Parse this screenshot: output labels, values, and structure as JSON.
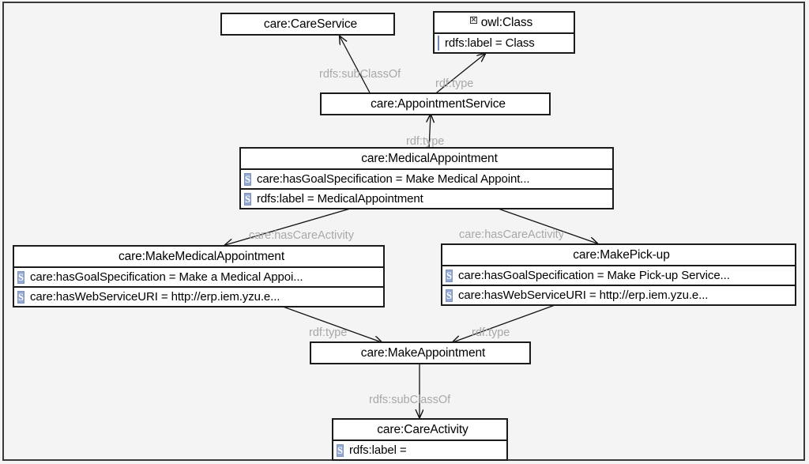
{
  "diagram": {
    "title": "care ontology graph",
    "background_color": "#f4f4f4",
    "frame_color": "#3a3a3a",
    "edge_label_color": "#a8a8a8",
    "node_border_color": "#1b1b1b",
    "icons": {
      "class_circle": "yellow-circle-icon",
      "class_circle_broken": "broken-image-circle-icon",
      "individual_diamond": "purple-diamond-icon",
      "string_property": "s-property-icon",
      "plain_property": "blue-square-icon"
    }
  },
  "nodes": [
    {
      "id": "careservice",
      "icon": "yellow-circle-icon",
      "title": "care:CareService",
      "attributes": []
    },
    {
      "id": "owlclass",
      "icon": "broken-image-circle-icon",
      "title": "owl:Class",
      "attributes": [
        {
          "icon": "blue-square-icon",
          "text": "rdfs:label = Class"
        }
      ]
    },
    {
      "id": "appointmentservice",
      "icon": "yellow-circle-icon",
      "title": "care:AppointmentService",
      "attributes": []
    },
    {
      "id": "medicalappointment",
      "icon": "purple-diamond-icon",
      "title": "care:MedicalAppointment",
      "attributes": [
        {
          "icon": "s-property-icon",
          "text": "care:hasGoalSpecification = Make Medical Appoint..."
        },
        {
          "icon": "s-property-icon",
          "text": "rdfs:label = MedicalAppointment"
        }
      ]
    },
    {
      "id": "makemedicalappointment",
      "icon": "purple-diamond-icon",
      "title": "care:MakeMedicalAppointment",
      "attributes": [
        {
          "icon": "s-property-icon",
          "text": "care:hasGoalSpecification = Make a Medical Appoi..."
        },
        {
          "icon": "s-property-icon",
          "text": "care:hasWebServiceURI = http://erp.iem.yzu.e..."
        }
      ]
    },
    {
      "id": "makepickup",
      "icon": "purple-diamond-icon",
      "title": "care:MakePick-up",
      "attributes": [
        {
          "icon": "s-property-icon",
          "text": "care:hasGoalSpecification = Make Pick-up Service..."
        },
        {
          "icon": "s-property-icon",
          "text": "care:hasWebServiceURI = http://erp.iem.yzu.e..."
        }
      ]
    },
    {
      "id": "makeappointment",
      "icon": "yellow-circle-icon",
      "title": "care:MakeAppointment",
      "attributes": []
    },
    {
      "id": "careactivity",
      "icon": "yellow-circle-icon",
      "title": "care:CareActivity",
      "attributes": [
        {
          "icon": "s-property-icon",
          "text": "rdfs:label ="
        }
      ]
    }
  ],
  "edges": [
    {
      "id": "e1",
      "from": "appointmentservice",
      "to": "careservice",
      "label": "rdfs:subClassOf"
    },
    {
      "id": "e2",
      "from": "appointmentservice",
      "to": "owlclass",
      "label": "rdf:type"
    },
    {
      "id": "e3",
      "from": "medicalappointment",
      "to": "appointmentservice",
      "label": "rdf:type"
    },
    {
      "id": "e4",
      "from": "medicalappointment",
      "to": "makemedicalappointment",
      "label": "care:hasCareActivity"
    },
    {
      "id": "e5",
      "from": "medicalappointment",
      "to": "makepickup",
      "label": "care:hasCareActivity"
    },
    {
      "id": "e6",
      "from": "makemedicalappointment",
      "to": "makeappointment",
      "label": "rdf:type"
    },
    {
      "id": "e7",
      "from": "makepickup",
      "to": "makeappointment",
      "label": "rdf:type"
    },
    {
      "id": "e8",
      "from": "makeappointment",
      "to": "careactivity",
      "label": "rdfs:subClassOf"
    }
  ]
}
